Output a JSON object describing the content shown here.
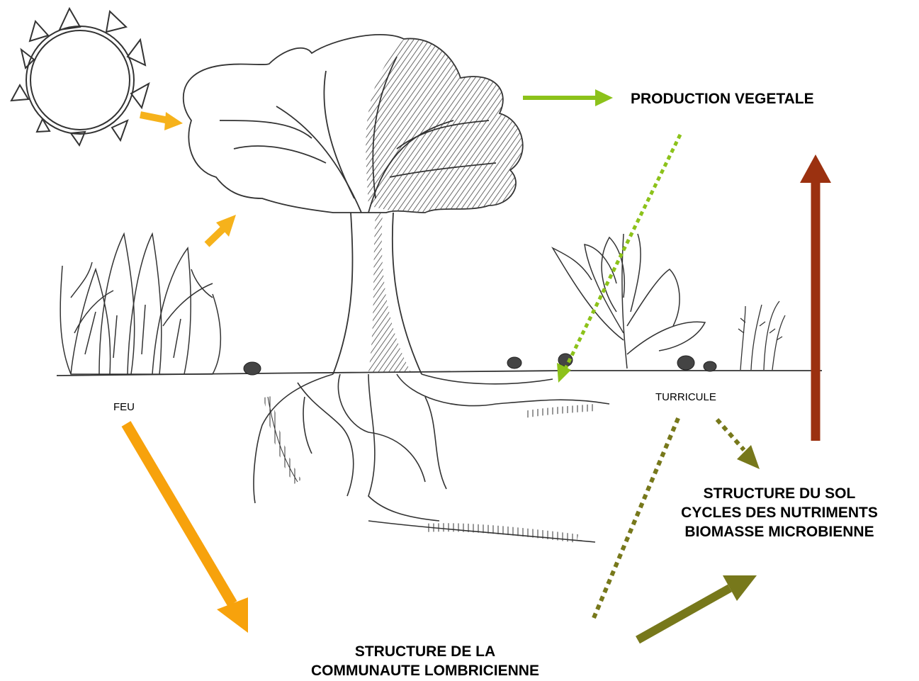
{
  "labels": {
    "production": "PRODUCTION VEGETALE",
    "feu": "FEU",
    "turricule": "TURRICULE",
    "soil_line1": "STRUCTURE DU SOL",
    "soil_line2": "CYCLES DES NUTRIMENTS",
    "soil_line3": "BIOMASSE MICROBIENNE",
    "community_line1": "STRUCTURE DE LA",
    "community_line2": "COMMUNAUTE LOMBRICIENNE"
  },
  "colors": {
    "orange_light": "#f6b21b",
    "orange": "#f7a20c",
    "green_light": "#8cc21a",
    "olive": "#77781b",
    "brown": "#9b3110",
    "ink": "#333333"
  },
  "icons": [
    "sun-icon",
    "fire-bush-icon",
    "tree-icon",
    "shrub-icon",
    "grass-icon",
    "earthworm-icon",
    "turricule-icon"
  ]
}
